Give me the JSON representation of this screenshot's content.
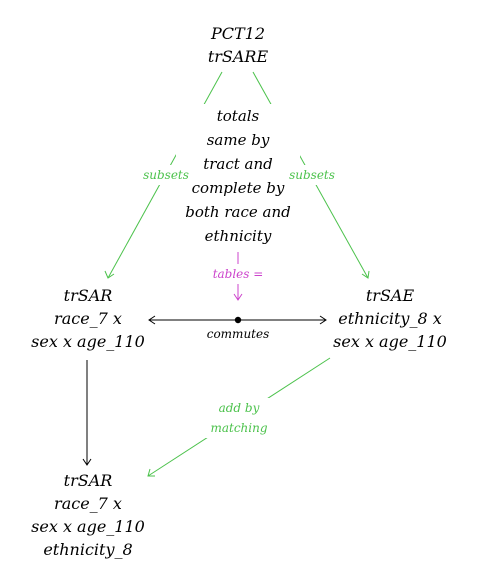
{
  "nodes": {
    "top": {
      "lines": [
        "PCT12",
        "trSARE"
      ]
    },
    "left": {
      "lines": [
        "trSAR",
        "race_7 x",
        "sex x age_110"
      ]
    },
    "right": {
      "lines": [
        "trSAE",
        "ethnicity_8 x",
        "sex x age_110"
      ]
    },
    "bottom": {
      "lines": [
        "trSAR",
        "race_7 x",
        "sex x age_110",
        "ethnicity_8"
      ]
    }
  },
  "edges": {
    "subsets_left": "subsets",
    "subsets_right": "subsets",
    "commutes": "commutes",
    "add_by_matching": [
      "add by",
      "matching"
    ],
    "tables_equal": "tables ="
  },
  "note": [
    "totals",
    "same by",
    "tract and",
    "complete by",
    "both race and",
    "ethnicity"
  ],
  "colors": {
    "green": "#4cc24c",
    "magenta": "#cc44cc",
    "black": "#000000"
  }
}
